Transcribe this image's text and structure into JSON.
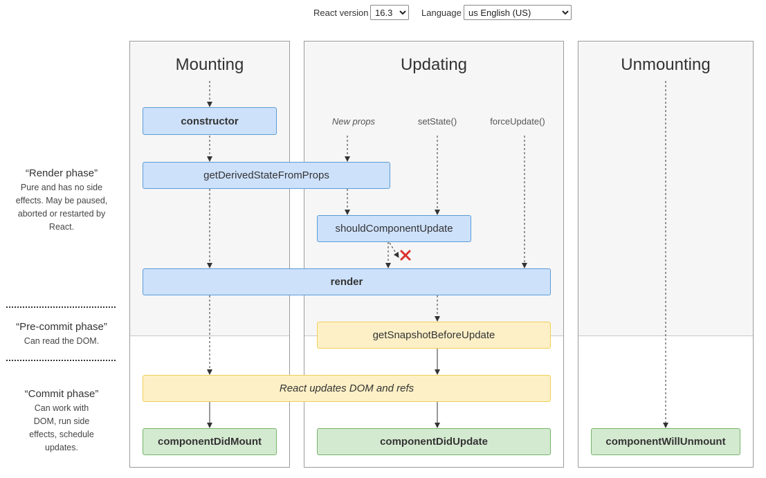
{
  "controls": {
    "react_version_label": "React version",
    "react_version_value": "16.3",
    "language_label": "Language",
    "language_value": "us English (US)"
  },
  "columns": {
    "mounting": "Mounting",
    "updating": "Updating",
    "unmounting": "Unmounting"
  },
  "phases": {
    "render": {
      "title": "“Render phase”",
      "desc": "Pure and has no side effects. May be paused, aborted or restarted by React."
    },
    "precommit": {
      "title": "“Pre-commit phase”",
      "desc": "Can read the DOM."
    },
    "commit": {
      "title": "“Commit phase”",
      "desc": "Can work with DOM, run side effects, schedule updates."
    }
  },
  "triggers": {
    "new_props": "New props",
    "set_state": "setState()",
    "force_update": "forceUpdate()"
  },
  "methods": {
    "constructor": "constructor",
    "get_derived_state": "getDerivedStateFromProps",
    "should_update": "shouldComponentUpdate",
    "render": "render",
    "get_snapshot": "getSnapshotBeforeUpdate",
    "react_updates": "React updates DOM and refs",
    "did_mount": "componentDidMount",
    "did_update": "componentDidUpdate",
    "will_unmount": "componentWillUnmount"
  },
  "colors": {
    "render_phase_box": "#cde1fb",
    "precommit_box": "#fdf0c6",
    "commit_box": "#d4ead0",
    "cancel_mark": "#d9302c"
  }
}
